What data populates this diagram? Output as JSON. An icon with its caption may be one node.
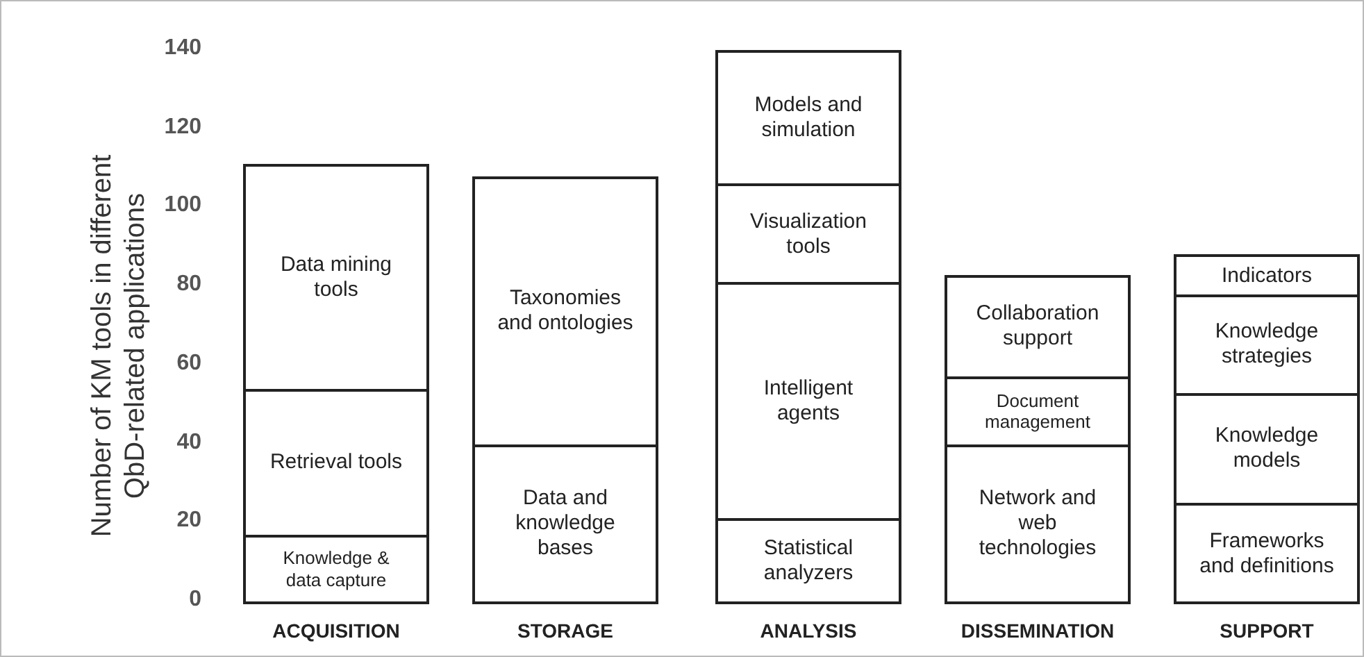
{
  "diagram": {
    "chart_data": {
      "type": "bar",
      "stacked": true,
      "orientation": "vertical",
      "ylabel": "Number of KM tools in different QbD-related applications",
      "categories": [
        "ACQUISITION",
        "STORAGE",
        "ANALYSIS",
        "DISSEMINATION",
        "SUPPORT"
      ],
      "ylim": [
        0,
        140
      ],
      "yticks": [
        0,
        20,
        40,
        60,
        80,
        100,
        120,
        140
      ],
      "series": [
        {
          "name": "Knowledge & data capture",
          "color": "#ffffff",
          "values": [
            17,
            null,
            null,
            null,
            null
          ]
        },
        {
          "name": "Retrieval tools",
          "color": "#ffffff",
          "values": [
            37,
            null,
            null,
            null,
            null
          ]
        },
        {
          "name": "Data mining tools",
          "color": "#ffffff",
          "values": [
            57,
            null,
            null,
            null,
            null
          ]
        },
        {
          "name": "Data and knowledge bases",
          "color": "#ffffff",
          "values": [
            null,
            40,
            null,
            null,
            null
          ]
        },
        {
          "name": "Taxonomies and ontologies",
          "color": "#ffffff",
          "values": [
            null,
            68,
            null,
            null,
            null
          ]
        },
        {
          "name": "Statistical analyzers",
          "color": "#ffffff",
          "values": [
            null,
            null,
            21,
            null,
            null
          ]
        },
        {
          "name": "Intelligent agents",
          "color": "#ffffff",
          "values": [
            null,
            null,
            60,
            null,
            null
          ]
        },
        {
          "name": "Visualization tools",
          "color": "#ffffff",
          "values": [
            null,
            null,
            25,
            null,
            null
          ]
        },
        {
          "name": "Models and simulation",
          "color": "#ffffff",
          "values": [
            null,
            null,
            34,
            null,
            null
          ]
        },
        {
          "name": "Network and web technologies",
          "color": "#ffffff",
          "values": [
            null,
            null,
            null,
            40,
            null
          ]
        },
        {
          "name": "Document management",
          "color": "#ffffff",
          "values": [
            null,
            null,
            null,
            17,
            null
          ]
        },
        {
          "name": "Collaboration support",
          "color": "#ffffff",
          "values": [
            null,
            null,
            null,
            26,
            null
          ]
        },
        {
          "name": "Frameworks and definitions",
          "color": "#ffffff",
          "values": [
            null,
            null,
            null,
            null,
            25
          ]
        },
        {
          "name": "Knowledge models",
          "color": "#ffffff",
          "values": [
            null,
            null,
            null,
            null,
            28
          ]
        },
        {
          "name": "Knowledge strategies",
          "color": "#ffffff",
          "values": [
            null,
            null,
            null,
            null,
            25
          ]
        },
        {
          "name": "Indicators",
          "color": "#ffffff",
          "values": [
            null,
            null,
            null,
            null,
            10
          ]
        }
      ]
    }
  }
}
